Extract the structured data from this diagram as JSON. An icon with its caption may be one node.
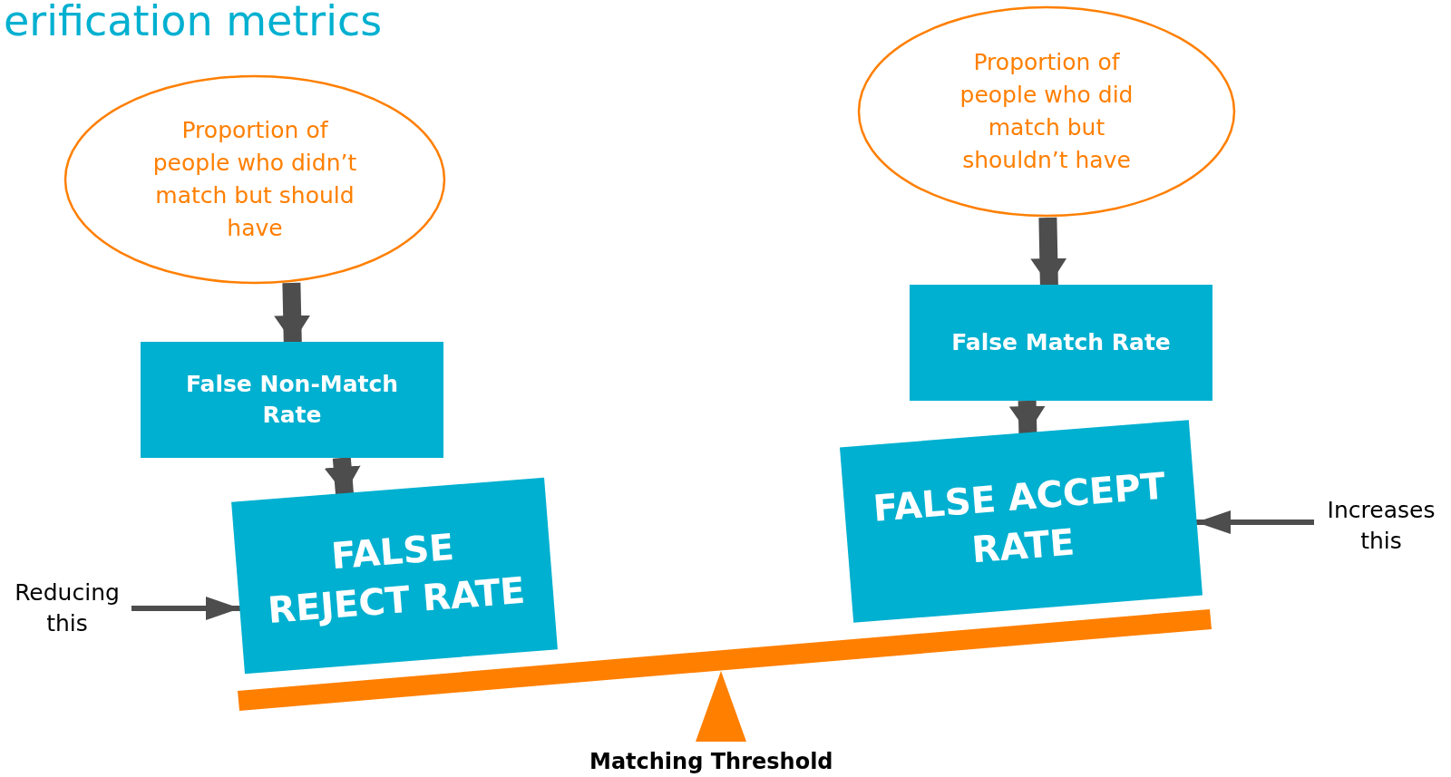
{
  "diagram": {
    "title": "erification metrics",
    "nodes": [
      {
        "text": [
          "Proportion of people who didn’t match but should have"
        ]
      },
      {
        "text": [
          "False Non-Match Rate"
        ]
      },
      {
        "text": [
          "FALSE REJECT RATE"
        ]
      },
      {
        "text": [
          "Proportion of people who did match but shouldn’t have"
        ]
      },
      {
        "text": [
          "False Match Rate"
        ]
      },
      {
        "text": [
          "FALSE ACCEPT RATE"
        ]
      },
      {
        "text": [
          "Reducing this"
        ]
      },
      {
        "text": [
          "Increases this"
        ]
      }
    ],
    "edges": [
      {
        "from": 0,
        "to": 1,
        "arrow": "to"
      },
      {
        "from": 1,
        "to": 2,
        "arrow": "to"
      },
      {
        "from": 3,
        "to": 4,
        "arrow": "to"
      },
      {
        "from": 4,
        "to": 5,
        "arrow": "to"
      },
      {
        "from": 6,
        "to": 2,
        "arrow": "to"
      },
      {
        "from": 7,
        "to": 5,
        "arrow": "to"
      }
    ],
    "labels": [
      "Matching Threshold"
    ]
  }
}
